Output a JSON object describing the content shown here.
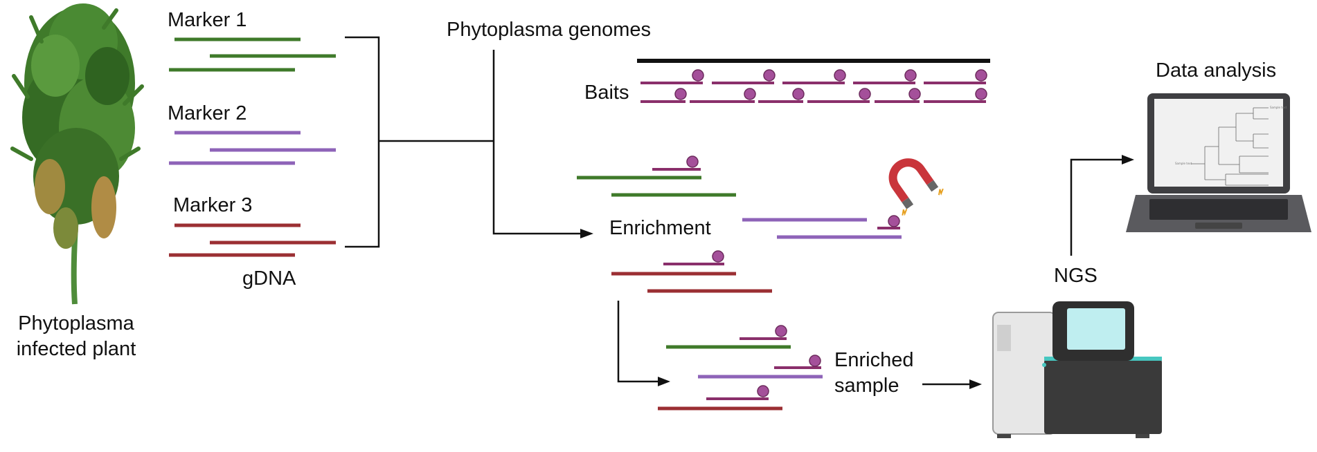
{
  "plant": {
    "label_line1": "Phytoplasma",
    "label_line2": "infected plant"
  },
  "markers": {
    "m1": "Marker 1",
    "m2": "Marker 2",
    "m3": "Marker 3",
    "gdna": "gDNA"
  },
  "genomes": {
    "title": "Phytoplasma genomes"
  },
  "baits": {
    "label": "Baits"
  },
  "enrichment": {
    "label": "Enrichment"
  },
  "enriched": {
    "line1": "Enriched",
    "line2": "sample"
  },
  "ngs": {
    "label": "NGS"
  },
  "analysis": {
    "title": "Data analysis",
    "tree_tip_label": "Sample text",
    "tree_root_label": "Sample text"
  },
  "colors": {
    "marker1": "#3f7a2a",
    "marker2": "#8e63b8",
    "marker3": "#9b2f33",
    "bait": "#8a2f6b",
    "bead": "#a4509a",
    "magnet": "#c9353b",
    "ink": "#111111"
  },
  "icons": {
    "plant": "plant-photo",
    "magnet": "magnet-icon",
    "sequencer": "sequencer-icon",
    "laptop": "laptop-icon"
  }
}
